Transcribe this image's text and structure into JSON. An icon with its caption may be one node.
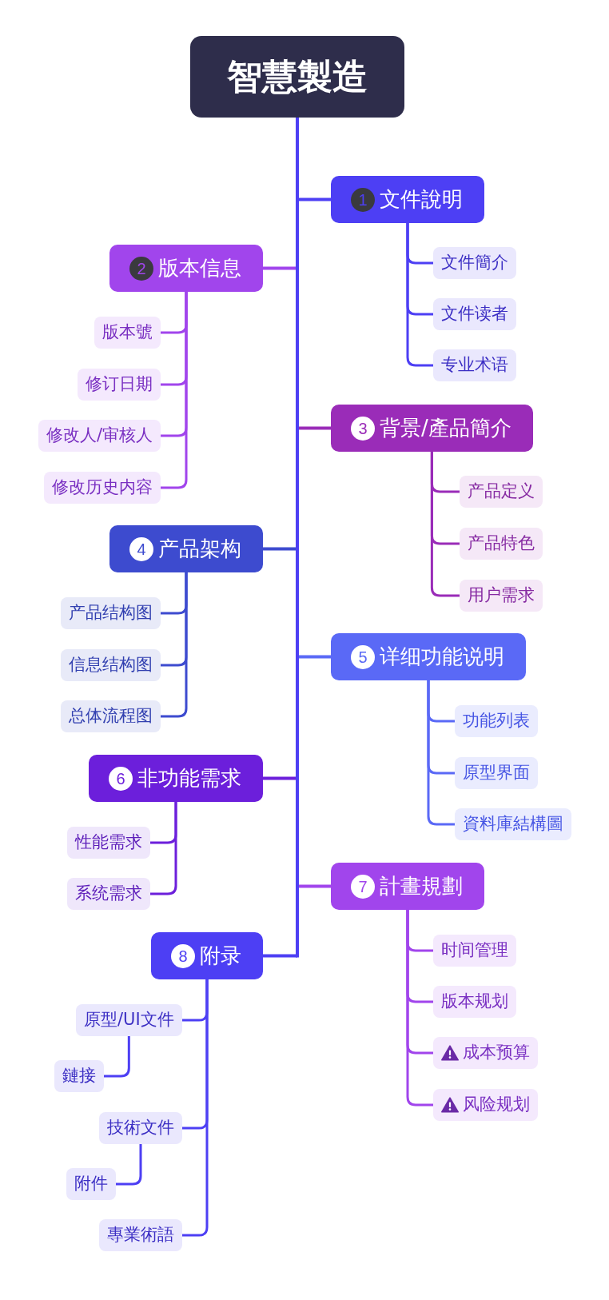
{
  "diagram": {
    "nodes": [
      {
        "text": [
          "智慧製造"
        ]
      },
      {
        "text": [
          "1",
          "文件說明"
        ]
      },
      {
        "text": [
          "文件簡介"
        ]
      },
      {
        "text": [
          "文件读者"
        ]
      },
      {
        "text": [
          "专业术语"
        ]
      },
      {
        "text": [
          "2",
          "版本信息"
        ]
      },
      {
        "text": [
          "版本號"
        ]
      },
      {
        "text": [
          "修订日期"
        ]
      },
      {
        "text": [
          "修改人/审核人"
        ]
      },
      {
        "text": [
          "修改历史内容"
        ]
      },
      {
        "text": [
          "3",
          "背景/產品簡介"
        ]
      },
      {
        "text": [
          "产品定义"
        ]
      },
      {
        "text": [
          "产品特色"
        ]
      },
      {
        "text": [
          "用户需求"
        ]
      },
      {
        "text": [
          "4",
          "产品架构"
        ]
      },
      {
        "text": [
          "产品结构图"
        ]
      },
      {
        "text": [
          "信息结构图"
        ]
      },
      {
        "text": [
          "总体流程图"
        ]
      },
      {
        "text": [
          "5",
          "详细功能说明"
        ]
      },
      {
        "text": [
          "功能列表"
        ]
      },
      {
        "text": [
          "原型界面"
        ]
      },
      {
        "text": [
          "資料庫結構圖"
        ]
      },
      {
        "text": [
          "6",
          "非功能需求"
        ]
      },
      {
        "text": [
          "性能需求"
        ]
      },
      {
        "text": [
          "系统需求"
        ]
      },
      {
        "text": [
          "7",
          "計畫規劃"
        ]
      },
      {
        "text": [
          "时间管理"
        ]
      },
      {
        "text": [
          "版本规划"
        ]
      },
      {
        "text": [
          "成本预算"
        ]
      },
      {
        "text": [
          "风险规划"
        ]
      },
      {
        "text": [
          "8",
          "附录"
        ]
      },
      {
        "text": [
          "原型/UI文件"
        ]
      },
      {
        "text": [
          "鏈接"
        ]
      },
      {
        "text": [
          "技術文件"
        ]
      },
      {
        "text": [
          "附件"
        ]
      },
      {
        "text": [
          "專業術語"
        ]
      }
    ],
    "edges": [
      {
        "from": 0,
        "to": 1,
        "arrow": "none"
      },
      {
        "from": 1,
        "to": 2,
        "arrow": "none"
      },
      {
        "from": 1,
        "to": 3,
        "arrow": "none"
      },
      {
        "from": 1,
        "to": 4,
        "arrow": "none"
      },
      {
        "from": 0,
        "to": 5,
        "arrow": "none"
      },
      {
        "from": 5,
        "to": 6,
        "arrow": "none",
        "color": "#a145ec"
      },
      {
        "from": 5,
        "to": 7,
        "arrow": "none",
        "color": "#a145ec"
      },
      {
        "from": 5,
        "to": 8,
        "arrow": "none",
        "color": "#a145ec"
      },
      {
        "from": 5,
        "to": 9,
        "arrow": "none",
        "color": "#a145ec"
      },
      {
        "from": 0,
        "to": 10,
        "arrow": "none"
      },
      {
        "from": 10,
        "to": 11,
        "arrow": "none",
        "color": "#9a2cb8"
      },
      {
        "from": 10,
        "to": 12,
        "arrow": "none",
        "color": "#9a2cb8"
      },
      {
        "from": 10,
        "to": 13,
        "arrow": "none",
        "color": "#9a2cb8"
      },
      {
        "from": 0,
        "to": 14,
        "arrow": "none"
      },
      {
        "from": 14,
        "to": 15,
        "arrow": "none",
        "color": "#3d4bcf"
      },
      {
        "from": 14,
        "to": 16,
        "arrow": "none",
        "color": "#3d4bcf"
      },
      {
        "from": 14,
        "to": 17,
        "arrow": "none",
        "color": "#3d4bcf"
      },
      {
        "from": 0,
        "to": 18,
        "arrow": "none"
      },
      {
        "from": 18,
        "to": 19,
        "arrow": "none",
        "color": "#5a69f6"
      },
      {
        "from": 18,
        "to": 20,
        "arrow": "none",
        "color": "#5a69f6"
      },
      {
        "from": 18,
        "to": 21,
        "arrow": "none",
        "color": "#5a69f6"
      },
      {
        "from": 0,
        "to": 22,
        "arrow": "none"
      },
      {
        "from": 22,
        "to": 23,
        "arrow": "none",
        "color": "#6c1fdb"
      },
      {
        "from": 22,
        "to": 24,
        "arrow": "none",
        "color": "#6c1fdb"
      },
      {
        "from": 0,
        "to": 25,
        "arrow": "none"
      },
      {
        "from": 25,
        "to": 26,
        "arrow": "none",
        "color": "#a145ec"
      },
      {
        "from": 25,
        "to": 27,
        "arrow": "none",
        "color": "#a145ec"
      },
      {
        "from": 25,
        "to": 28,
        "arrow": "none",
        "color": "#a145ec"
      },
      {
        "from": 25,
        "to": 29,
        "arrow": "none",
        "color": "#a145ec"
      },
      {
        "from": 0,
        "to": 30,
        "arrow": "none"
      },
      {
        "from": 30,
        "to": 31,
        "arrow": "none"
      },
      {
        "from": 31,
        "to": 32,
        "arrow": "none"
      },
      {
        "from": 30,
        "to": 33,
        "arrow": "none"
      },
      {
        "from": 33,
        "to": 34,
        "arrow": "none"
      },
      {
        "from": 30,
        "to": 35,
        "arrow": "none"
      }
    ]
  }
}
